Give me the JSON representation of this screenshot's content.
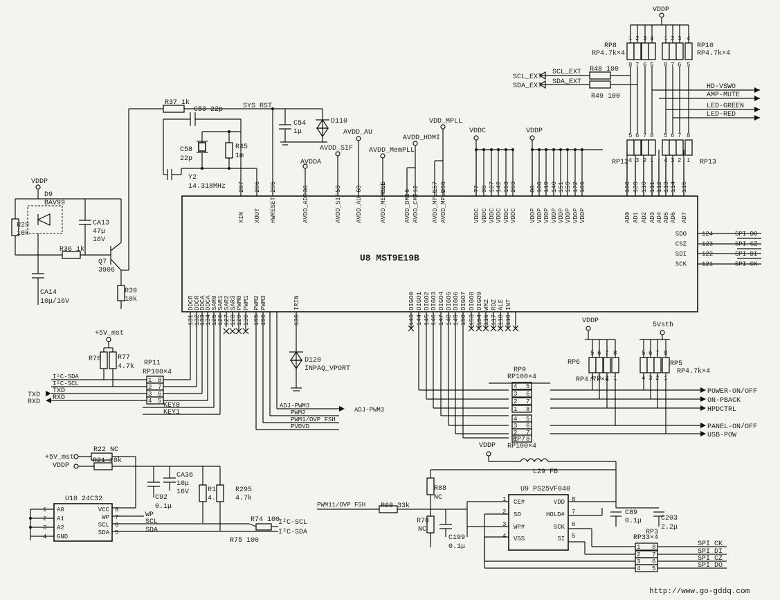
{
  "chip": {
    "name": "U8 MST9E19B",
    "top_pins": [
      {
        "num": "207",
        "name": "XIN"
      },
      {
        "num": "206",
        "name": "XOUT"
      },
      {
        "num": "205",
        "name": "HWRESET"
      },
      {
        "num": "36",
        "name": "AVDD_ADC"
      },
      {
        "num": "53",
        "name": "AVDD_SIF"
      },
      {
        "num": "60",
        "name": "AVDD_AU"
      },
      {
        "num": "105",
        "name": "AVDD_MEMPLL"
      },
      {
        "num": "6",
        "name": "AVDD_DMI"
      },
      {
        "num": "12",
        "name": "AVDD_CMI"
      },
      {
        "num": "157",
        "name": "AVDD_MPLL"
      },
      {
        "num": "208",
        "name": "AVDD_MPLL"
      },
      {
        "num": "77",
        "name": "VDDC"
      },
      {
        "num": "98",
        "name": "VDDC"
      },
      {
        "num": "107",
        "name": "VDDC"
      },
      {
        "num": "142",
        "name": "VDDC"
      },
      {
        "num": "153",
        "name": "VDDC"
      },
      {
        "num": "203",
        "name": "VDDC"
      },
      {
        "num": "88",
        "name": "VDDP"
      },
      {
        "num": "100",
        "name": "VDDP"
      },
      {
        "num": "119",
        "name": "VDDP"
      },
      {
        "num": "140",
        "name": "VDDP"
      },
      {
        "num": "151",
        "name": "VDDP"
      },
      {
        "num": "159",
        "name": "VDDP"
      },
      {
        "num": "172",
        "name": "VDDP"
      },
      {
        "num": "186",
        "name": "VDDP"
      },
      {
        "num": "108",
        "name": "AD0"
      },
      {
        "num": "109",
        "name": "AD1"
      },
      {
        "num": "110",
        "name": "AD2"
      },
      {
        "num": "111",
        "name": "AD3"
      },
      {
        "num": "112",
        "name": "AD4"
      },
      {
        "num": "113",
        "name": "AD5"
      },
      {
        "num": "114",
        "name": "AD6"
      },
      {
        "num": "115",
        "name": "AD7"
      }
    ],
    "bottom_pins": [
      {
        "num": "131",
        "name": "DDCR"
      },
      {
        "num": "132",
        "name": "DDCR"
      },
      {
        "num": "133",
        "name": "DDCA"
      },
      {
        "num": "134",
        "name": "DDCA"
      },
      {
        "num": "125",
        "name": "SAR0"
      },
      {
        "num": "126",
        "name": "SAR1"
      },
      {
        "num": "127",
        "name": "SAR2"
      },
      {
        "num": "128",
        "name": "SAR3"
      },
      {
        "num": "129",
        "name": "PWM0"
      },
      {
        "num": "130",
        "name": "PWM1"
      },
      {
        "num": "155",
        "name": "PWM2"
      },
      {
        "num": "156",
        "name": "PWM3"
      },
      {
        "num": "136",
        "name": "IRIN"
      },
      {
        "num": "143",
        "name": "DIGO0"
      },
      {
        "num": "144",
        "name": "DIGO1"
      },
      {
        "num": "145",
        "name": "DIGO2"
      },
      {
        "num": "146",
        "name": "DIGO3"
      },
      {
        "num": "147",
        "name": "DIGO4"
      },
      {
        "num": "148",
        "name": "DIGO5"
      },
      {
        "num": "149",
        "name": "DIGO6"
      },
      {
        "num": "150",
        "name": "DIGO7"
      },
      {
        "num": "153",
        "name": "DIGO8"
      },
      {
        "num": "154",
        "name": "DIGO9"
      },
      {
        "num": "116",
        "name": "WRZ"
      },
      {
        "num": "117",
        "name": "RDZ"
      },
      {
        "num": "118",
        "name": "ALE"
      },
      {
        "num": "119",
        "name": "INT"
      }
    ],
    "right_pins": [
      {
        "name": "SDO",
        "num": "124",
        "net": "SPI DO"
      },
      {
        "name": "CSZ",
        "num": "123",
        "net": "SPI CZ"
      },
      {
        "name": "SDI",
        "num": "122",
        "net": "SPI DI"
      },
      {
        "name": "SCK",
        "num": "121",
        "net": "SPI CK"
      }
    ]
  },
  "labels": {
    "vddp": "VDDP",
    "vddc": "VDDC",
    "vdd_mpll": "VDD_MPLL",
    "avdda": "AVDDA",
    "avdd_sif": "AVDD_SIF",
    "avdd_au": "AVDD_AU",
    "avdd_mempll": "AVDD_MemPLL",
    "avdd_hdmi": "AVDD_HDMI",
    "sys_rst": "SYS RST",
    "plus5v_mst": "+5V_mst",
    "5vstb": "5Vstb"
  },
  "parts": {
    "r37": "R37 1k",
    "c53": "C53 22p",
    "c58": "C58",
    "c58v": "22p",
    "y2": "Y2",
    "y2f": "14.318MHz",
    "r45": "R45",
    "r45v": "1m",
    "c54": "C54",
    "c54v": "1μ",
    "d110": "D110",
    "d9": "D9",
    "d9p": "BAV99",
    "r29": "R29",
    "r29v": "10k",
    "ca13": "CA13",
    "ca13v": "47μ",
    "ca13u": "16V",
    "r36": "R36 1k",
    "q7": "Q7",
    "q7p": "3906",
    "ca14": "CA14",
    "ca14v": "10μ/16V",
    "r39": "R39",
    "r39v": "10k",
    "r76": "R76",
    "r77": "R77",
    "r77v": "4.7k",
    "rp11": "RP11",
    "rp11v": "RP100×4",
    "rp8": "RP8",
    "rp8v": "RP4.7k×4",
    "rp10": "RP10",
    "rp10v": "RP4.7k×4",
    "r48": "R48 100",
    "r49": "R49 100",
    "rp12": "RP12",
    "rp13": "RP13",
    "rp9": "RP9",
    "rp9v": "RP100×4",
    "rp7": "RP7",
    "rp7v": "RP100×4",
    "rp6": "RP6",
    "rp6v": "RP4.7k×4",
    "rp5": "RP5",
    "rp5v": "RP4.7k×4",
    "d120": "D120",
    "d120p": "INPAQ_VPORT",
    "r22": "R22 NC",
    "r21": "R21 10k",
    "ca36": "CA36",
    "ca36v": "10μ",
    "ca36u": "16V",
    "c92": "C92",
    "c92v": "0.1μ",
    "r159": "R159",
    "r159v": "4.7k",
    "r295": "R295",
    "r295v": "4.7k",
    "r74": "R74 100",
    "r75": "R75 100",
    "u10": "U10 24C32",
    "l29": "L29 FB",
    "r88": "R88",
    "r88v": "NC",
    "r60": "R60 33k",
    "r70": "R70",
    "r70v": "NC",
    "c199": "C199",
    "c199v": "0.1μ",
    "u9": "U9 PS25VF040",
    "c89": "C89",
    "c89v": "0.1μ",
    "c203": "C203",
    "c203v": "2.2μ",
    "rp3": "RP3",
    "rp33": "RP33×4"
  },
  "nets": {
    "scl_ext": "SCL_EXT",
    "sda_ext": "SDA_EXT",
    "hd_vswo": "HD-VSWO",
    "amp_mute": "AMP-MUTE",
    "led_green": "LED-GREEN",
    "led_red": "LED-RED",
    "i2c_sda": "I²C-SDA",
    "i2c_scl": "I²C-SCL",
    "txd": "TXD",
    "rxd": "RXD",
    "key0": "KEY0",
    "key1": "KEY1",
    "adj_pwm3": "ADJ-PWM3",
    "pwm2": "PWM2",
    "pwm1_ovp": "PWM1/OVP FSH",
    "pvdvd": "PVDVD",
    "pwm11_ovp": "PWM11/OVP FSH",
    "power_onoff": "POWER-ON/OFF",
    "on_pback": "ON-PBACK",
    "hpdctrl": "HPDCTRL",
    "panel_onoff": "PANEL-ON/OFF",
    "usb_pow": "USB-POW",
    "wp": "WP",
    "scl": "SCL",
    "sda": "SDA",
    "i2c_scl2": "I²C-SCL",
    "i2c_sda2": "I²C-SDA",
    "spi_ck": "SPI CK",
    "spi_di": "SPI DI",
    "spi_cz": "SPI CZ",
    "spi_do": "SPI DO"
  },
  "u10_pins": [
    {
      "num": "1",
      "name": "A0"
    },
    {
      "num": "2",
      "name": "A1"
    },
    {
      "num": "3",
      "name": "A2"
    },
    {
      "num": "4",
      "name": "GND"
    },
    {
      "num": "8",
      "name": "VCC"
    },
    {
      "num": "7",
      "name": "WP"
    },
    {
      "num": "6",
      "name": "SCL"
    },
    {
      "num": "5",
      "name": "SDA"
    }
  ],
  "u9_pins": [
    {
      "num": "1",
      "name": "CE#"
    },
    {
      "num": "2",
      "name": "SO"
    },
    {
      "num": "3",
      "name": "WP#"
    },
    {
      "num": "4",
      "name": "VSS"
    },
    {
      "num": "8",
      "name": "VDD"
    },
    {
      "num": "7",
      "name": "HOLD#"
    },
    {
      "num": "6",
      "name": "SCK"
    },
    {
      "num": "5",
      "name": "SI"
    }
  ],
  "footer": {
    "url": "http://www.go-gddq.com"
  }
}
